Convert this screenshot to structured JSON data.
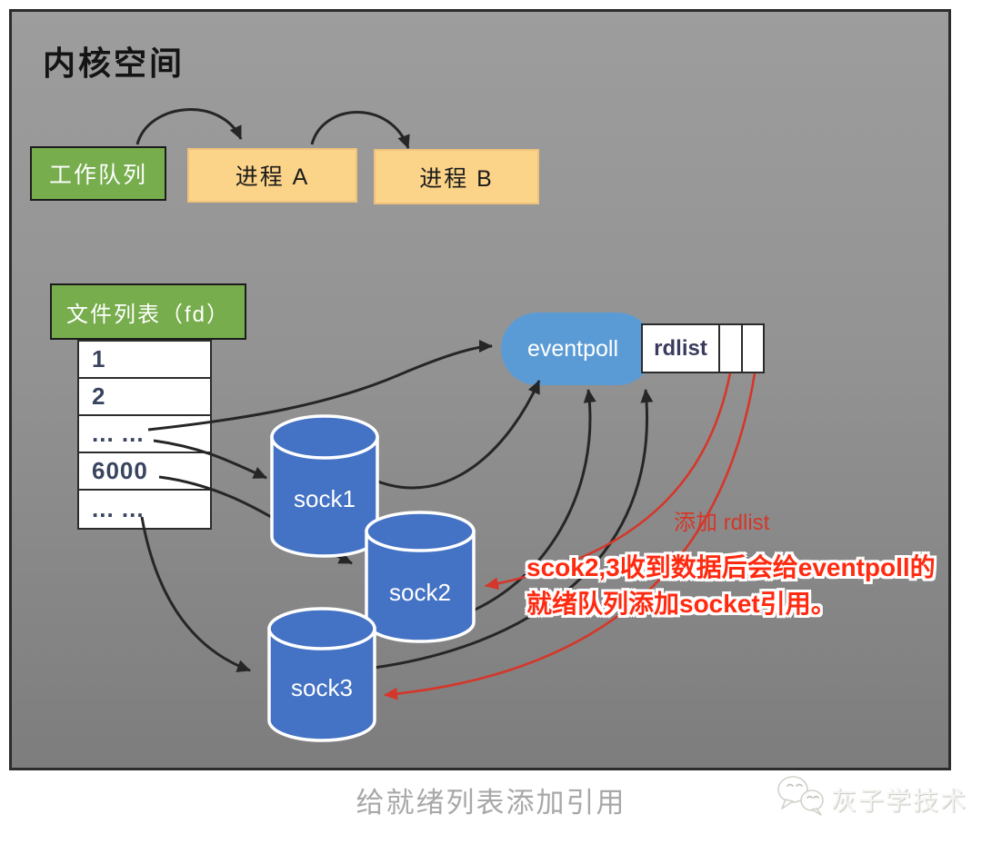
{
  "kernel": {
    "title": "内核空间"
  },
  "work_queue": {
    "label": "工作队列"
  },
  "processes": [
    {
      "label": "进程 A"
    },
    {
      "label": "进程 B"
    }
  ],
  "fd_list": {
    "header": "文件列表（fd）",
    "rows": [
      "1",
      "2",
      "... ...",
      "6000",
      "... ..."
    ]
  },
  "sockets": [
    {
      "label": "sock1"
    },
    {
      "label": "sock2"
    },
    {
      "label": "sock3"
    }
  ],
  "eventpoll": {
    "label": "eventpoll",
    "rdlist": "rdlist"
  },
  "annotations": {
    "add_rdlist": "添加 rdlist",
    "note_line1": "scok2,3收到数据后会给eventpoll的",
    "note_line2": "就绪队列添加socket引用。"
  },
  "caption": "给就绪列表添加引用",
  "watermark": {
    "label": "灰子学技术"
  },
  "colors": {
    "green": "#77ad4d",
    "yellow": "#fbd389",
    "cylinder_blue": "#4472c4",
    "pill_blue": "#5b9bd5",
    "annotation_red": "#d4372a",
    "note_red": "#ff2a10",
    "panel_gray": "#8f8f8f"
  }
}
